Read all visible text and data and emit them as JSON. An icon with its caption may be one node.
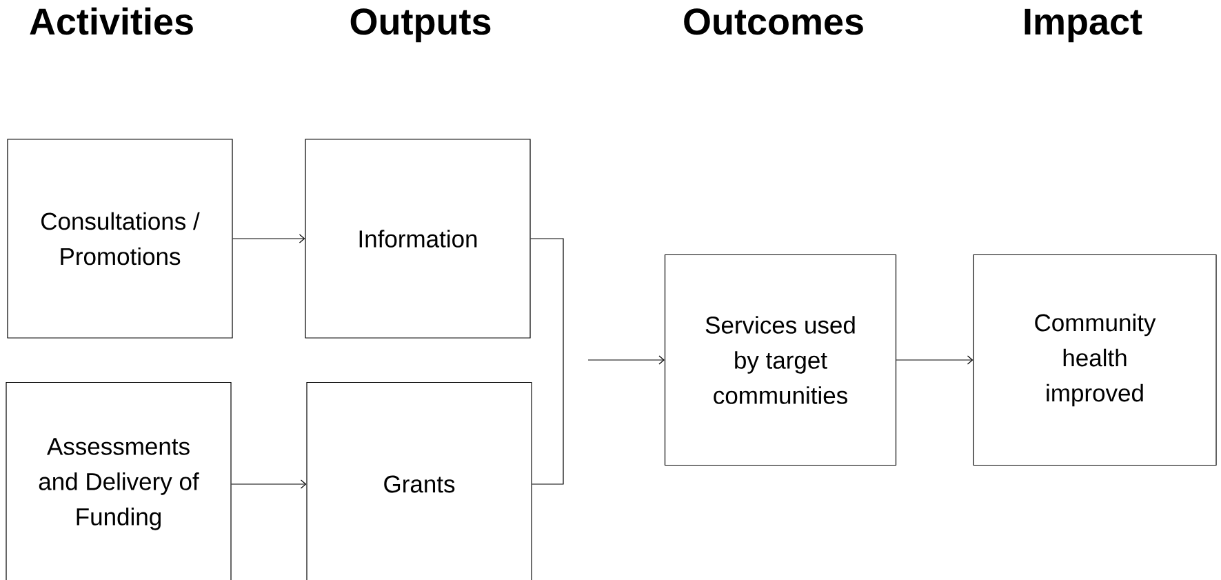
{
  "diagram": {
    "nodes": [
      {
        "text": [
          "Consultations / Promotions"
        ]
      },
      {
        "text": [
          "Information"
        ]
      },
      {
        "text": [
          "Assessments and Delivery of Funding"
        ]
      },
      {
        "text": [
          "Grants"
        ]
      },
      {
        "text": [
          "Services used by target communities"
        ]
      },
      {
        "text": [
          "Community health improved"
        ]
      }
    ],
    "edges": [
      {
        "from": 0,
        "to": 1,
        "arrow": "to"
      },
      {
        "from": 2,
        "to": 3,
        "arrow": "to"
      },
      {
        "from": 1,
        "to": 3,
        "arrow": "none"
      },
      {
        "from": null,
        "to": 4,
        "arrow": "to"
      },
      {
        "from": 4,
        "to": 5,
        "arrow": "to"
      }
    ],
    "labels": [
      "Activities",
      "Outputs",
      "Outcomes",
      "Impact"
    ]
  }
}
